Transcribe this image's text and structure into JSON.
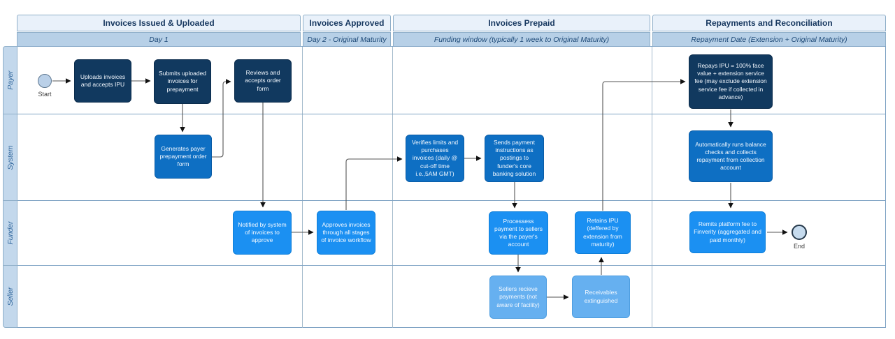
{
  "header": {
    "phases": [
      {
        "label": "Invoices Issued & Uploaded",
        "sub": "Day 1"
      },
      {
        "label": "Invoices Approved",
        "sub": "Day 2 - Original Maturity"
      },
      {
        "label": "Invoices Prepaid",
        "sub": "Funding window (typically 1 week to Original Maturity)"
      },
      {
        "label": "Repayments and Reconciliation",
        "sub": "Repayment Date (Extension + Original Maturity)"
      }
    ]
  },
  "lanes": [
    {
      "label": "Payer"
    },
    {
      "label": "System"
    },
    {
      "label": "Funder"
    },
    {
      "label": "Seller"
    }
  ],
  "terminals": {
    "start": "Start",
    "end": "End"
  },
  "nodes": {
    "uploads": {
      "label": "Uploads invoices and accepts IPU",
      "lane": "Payer"
    },
    "submits": {
      "label": "Submits uploaded invoices for prepayment",
      "lane": "Payer"
    },
    "reviews": {
      "label": "Reviews and accepts order form",
      "lane": "Payer"
    },
    "repays": {
      "label": "Repays IPU = 100% face value + extension service fee (may exclude extension service fee if collected in advance)",
      "lane": "Payer"
    },
    "generates": {
      "label": "Generates payer prepayment order form",
      "lane": "System"
    },
    "verifies": {
      "label": "Verifies limits and purchases invoices (daily @ cut-off time i.e.,5AM GMT)",
      "lane": "System"
    },
    "sends": {
      "label": "Sends payment instructions as postings to funder's core banking solution",
      "lane": "System"
    },
    "autoruns": {
      "label": "Automatically runs balance checks and collects repayment from collection account",
      "lane": "System"
    },
    "notified": {
      "label": "Notified by system of invoices to approve",
      "lane": "Funder"
    },
    "approves": {
      "label": "Approves invoices through all stages of invoice workflow",
      "lane": "Funder"
    },
    "processes": {
      "label": "Processess payment to sellers via the payer's account",
      "lane": "Funder"
    },
    "retains": {
      "label": "Retains IPU (deffered by extension from maturity)",
      "lane": "Funder"
    },
    "remits": {
      "label": "Remits platform fee to Finverity (aggregated and paid monthly)",
      "lane": "Funder"
    },
    "sellers": {
      "label": "Sellers recieve payments (not aware of facility)",
      "lane": "Seller"
    },
    "receivables": {
      "label": "Receivables extinguished",
      "lane": "Seller"
    }
  },
  "colors": {
    "node_dark": "#11395f",
    "node_medium": "#0e6fc3",
    "node_bright": "#1b90f2",
    "node_light": "#66b0f0",
    "header_bg": "#e9f1fa",
    "subheader_bg": "#b7d0e7",
    "lane_strip_bg": "#c3d8ec",
    "grid_border": "#7fa3c4",
    "connector": "#555555"
  }
}
